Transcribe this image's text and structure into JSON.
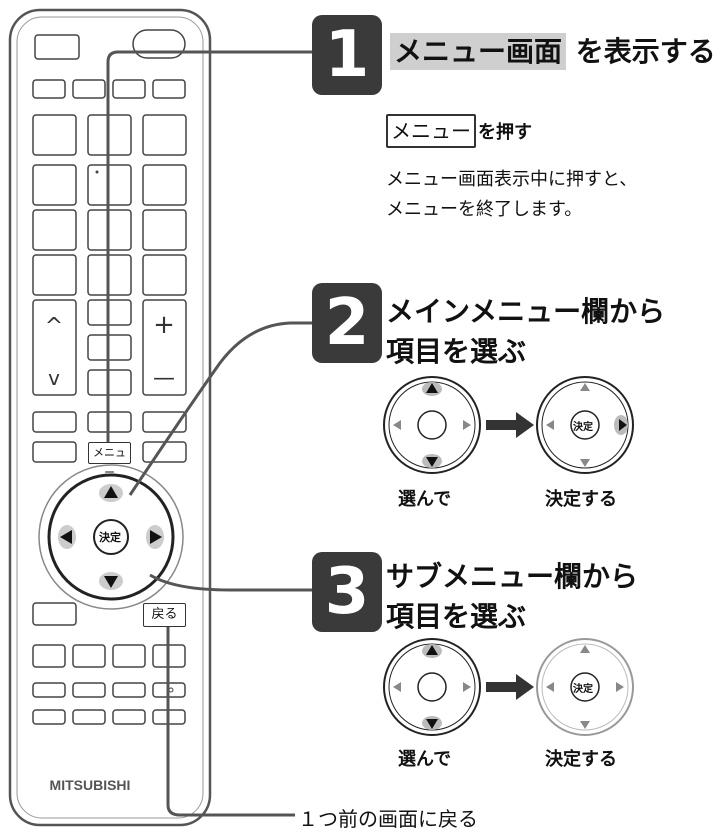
{
  "step1": {
    "number": "1",
    "title_highlight": "メニュー画面",
    "title_rest": "を表示する",
    "key_label": "メニュー",
    "press_text": "を押す",
    "note_line1": "メニュー画面表示中に押すと、",
    "note_line2": "メニューを終了します。"
  },
  "step2": {
    "number": "2",
    "title_line1": "メインメニュー欄から",
    "title_line2": "項目を選ぶ",
    "caption_select": "選んで",
    "caption_decide": "決定する"
  },
  "step3": {
    "number": "3",
    "title_line1": "サブメニュー欄から",
    "title_line2": "項目を選ぶ",
    "caption_select": "選んで",
    "caption_decide": "決定する"
  },
  "back_caption": "１つ前の画面に戻る",
  "remote": {
    "menu_key": "メニュー",
    "decide_key": "決定",
    "back_key": "戻る",
    "brand": "MITSUBISHI",
    "ch_up": "^",
    "ch_down": "v",
    "vol_up": "+",
    "vol_down": "—"
  },
  "colors": {
    "step_box": "#3a3a3a",
    "highlight": "#cfcfcf"
  }
}
